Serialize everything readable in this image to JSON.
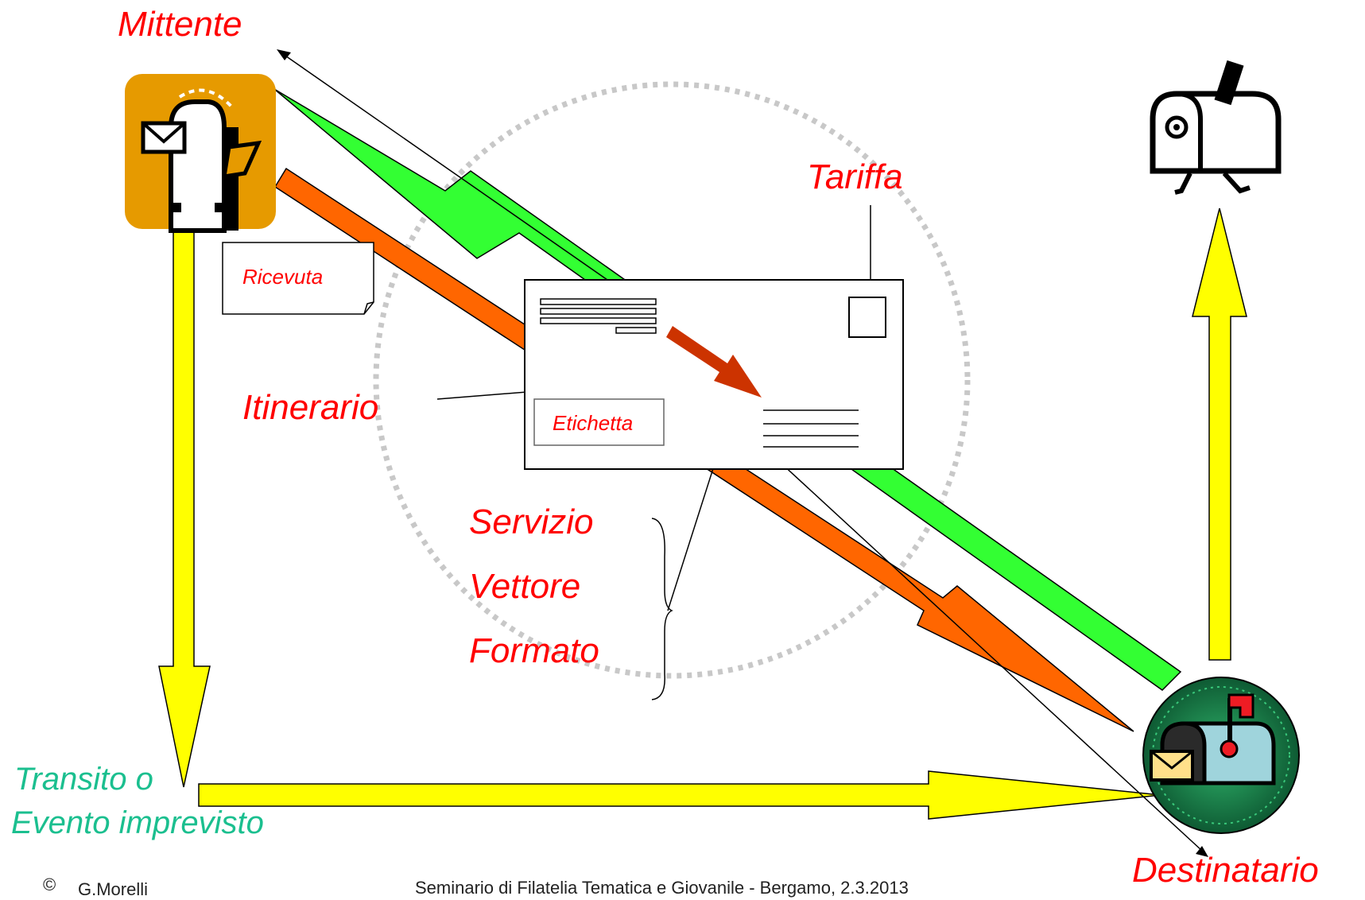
{
  "labels": {
    "mittente": "Mittente",
    "tariffa": "Tariffa",
    "ricevuta": "Ricevuta",
    "itinerario": "Itinerario",
    "etichetta": "Etichetta",
    "servizio": "Servizio",
    "vettore": "Vettore",
    "formato": "Formato",
    "transito_line1": "Transito o",
    "transito_line2": "Evento imprevisto",
    "destinatario": "Destinatario"
  },
  "footer": {
    "copyright_symbol": "©",
    "author": "G.Morelli",
    "seminar": "Seminario di Filatelia Tematica e Giovanile - Bergamo, 2.3.2013"
  },
  "colors": {
    "label_red": "#ff0000",
    "label_teal": "#1bbf8f",
    "arrow_yellow": "#ffff00",
    "arrow_green": "#33ff33",
    "arrow_orange": "#ff6600",
    "arrow_dark_red": "#cc3300",
    "sender_tile": "#e69a00",
    "recipient_circle": "#1a7a4a",
    "dotted_circle": "#c8c8c8"
  },
  "icons": [
    "postbox-sender-icon",
    "walking-mailbox-icon",
    "mailbox-recipient-icon",
    "receipt-note-icon",
    "envelope-icon"
  ]
}
